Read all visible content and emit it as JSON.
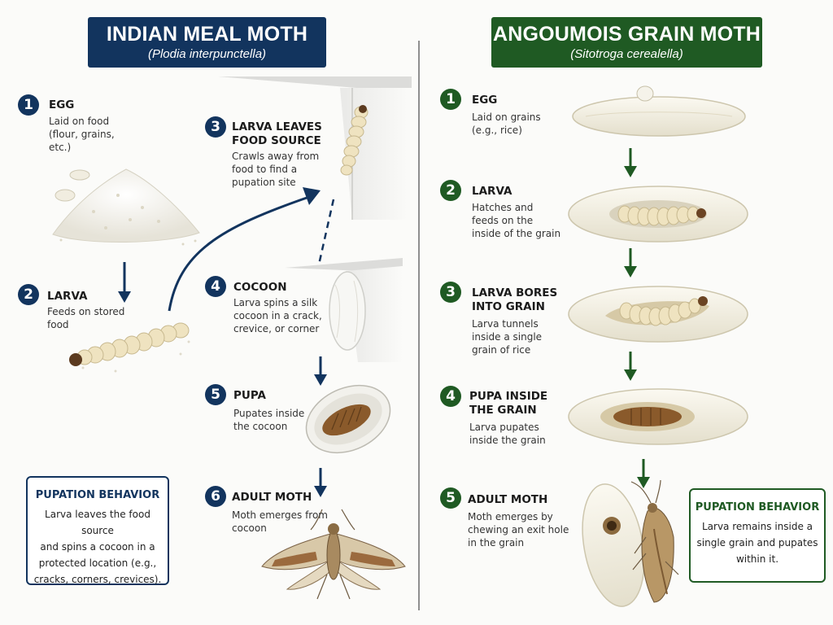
{
  "left": {
    "title": "INDIAN MEAL MOTH",
    "scientific_name": "(Plodia interpunctella)",
    "steps": [
      {
        "num": "1",
        "title": "EGG",
        "desc": "Laid on food\n(flour, grains,\netc.)"
      },
      {
        "num": "2",
        "title": "LARVA",
        "desc": "Feeds on stored\nfood"
      },
      {
        "num": "3",
        "title": "LARVA LEAVES\nFOOD SOURCE",
        "desc": "Crawls away from\nfood to find a\npupation site"
      },
      {
        "num": "4",
        "title": "COCOON",
        "desc": "Larva spins a silk\ncocoon in a crack,\ncrevice, or corner"
      },
      {
        "num": "5",
        "title": "PUPA",
        "desc": "Pupates inside\nthe cocoon"
      },
      {
        "num": "6",
        "title": "ADULT MOTH",
        "desc": "Moth emerges from\ncocoon"
      }
    ],
    "behavior": {
      "title": "PUPATION BEHAVIOR",
      "desc": "Larva leaves the food source\nand spins a cocoon in a\nprotected location (e.g.,\ncracks, corners, crevices)."
    }
  },
  "right": {
    "title": "ANGOUMOIS GRAIN MOTH",
    "scientific_name": "(Sitotroga cerealella)",
    "steps": [
      {
        "num": "1",
        "title": "EGG",
        "desc": "Laid on grains\n(e.g., rice)"
      },
      {
        "num": "2",
        "title": "LARVA",
        "desc": "Hatches and\nfeeds on the\ninside of the grain"
      },
      {
        "num": "3",
        "title": "LARVA BORES\nINTO GRAIN",
        "desc": "Larva tunnels\ninside a single\ngrain of rice"
      },
      {
        "num": "4",
        "title": "PUPA INSIDE\nTHE GRAIN",
        "desc": "Larva pupates\ninside the grain"
      },
      {
        "num": "5",
        "title": "ADULT MOTH",
        "desc": "Moth emerges by\nchewing an exit hole\nin the grain"
      }
    ],
    "behavior": {
      "title": "PUPATION BEHAVIOR",
      "desc": "Larva remains inside a\nsingle grain and pupates\nwithin it."
    }
  },
  "colors": {
    "navy": "#12345e",
    "green": "#1f5a23",
    "larva": "#efe3c0",
    "pupa": "#8a5a2b"
  },
  "icons": [
    "flour-pile-illustration",
    "larva-illustration",
    "cocoon-illustration",
    "pupa-illustration",
    "moth-illustration",
    "rice-grain-illustration",
    "arrow-down-icon"
  ]
}
